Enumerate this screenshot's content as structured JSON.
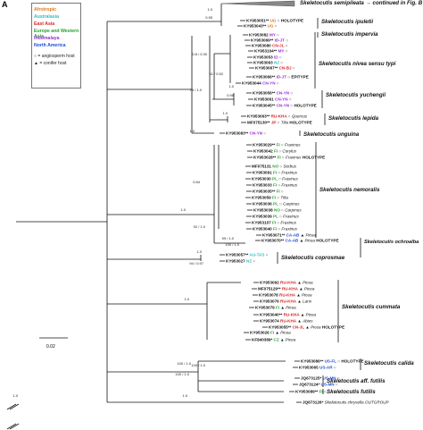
{
  "panel_label": "A",
  "legend": {
    "regions": [
      {
        "label": "Afrotropic",
        "color": "#e07a1f"
      },
      {
        "label": "Australasia",
        "color": "#2fbfbf"
      },
      {
        "label": "East Asia",
        "color": "#d62728"
      },
      {
        "label": "Europe and Western Asia",
        "color": "#2ca02c"
      },
      {
        "label": "Indomalaya",
        "color": "#9b30d9"
      },
      {
        "label": "North America",
        "color": "#1f4fd6"
      }
    ],
    "hosts": [
      {
        "symbol": "○",
        "label": "= angiosperm host"
      },
      {
        "symbol": "▲",
        "label": "= conifer host"
      }
    ]
  },
  "scale_bar": "0.02",
  "tips": [
    {
      "code": "KY953051**",
      "region": "UG",
      "color": "#e07a1f",
      "host": "○",
      "species": "",
      "note": "HOLOTYPE"
    },
    {
      "code": "KY953043**",
      "region": "UG",
      "color": "#e07a1f",
      "host": "○",
      "species": "",
      "note": ""
    },
    {
      "code": "KY953082",
      "region": "MY",
      "color": "#9b30d9",
      "host": "○",
      "species": "",
      "note": ""
    },
    {
      "code": "KY953069**",
      "region": "ID-JT",
      "color": "#9b30d9",
      "host": "○",
      "species": "",
      "note": ""
    },
    {
      "code": "KY953080",
      "region": "CN-JL",
      "color": "#d62728",
      "host": "○",
      "species": "",
      "note": ""
    },
    {
      "code": "KY953104**",
      "region": "MY",
      "color": "#9b30d9",
      "host": "○",
      "species": "",
      "note": ""
    },
    {
      "code": "KY953053",
      "region": "ID",
      "color": "#9b30d9",
      "host": "○",
      "species": "",
      "note": ""
    },
    {
      "code": "KY953063",
      "region": "NZ",
      "color": "#2fbfbf",
      "host": "○",
      "species": "",
      "note": ""
    },
    {
      "code": "KY953067**",
      "region": "CN-BJ",
      "color": "#d62728",
      "host": "○",
      "species": "",
      "note": ""
    },
    {
      "code": "KY953066**",
      "region": "ID-JT",
      "color": "#9b30d9",
      "host": "○",
      "species": "",
      "note": "EPITYPE"
    },
    {
      "code": "KY953044",
      "region": "CN-YN",
      "color": "#9b30d9",
      "host": "○",
      "species": "",
      "note": ""
    },
    {
      "code": "KY953056**",
      "region": "CN-YN",
      "color": "#9b30d9",
      "host": "○",
      "species": "",
      "note": ""
    },
    {
      "code": "KY953061",
      "region": "CN-YN",
      "color": "#9b30d9",
      "host": "○",
      "species": "",
      "note": ""
    },
    {
      "code": "KY953045**",
      "region": "CN-YN",
      "color": "#9b30d9",
      "host": "○",
      "species": "",
      "note": "HOLOTYPE"
    },
    {
      "code": "KY953063**",
      "region": "RU-KHA",
      "color": "#d62728",
      "host": "○",
      "species": "Quercus",
      "note": ""
    },
    {
      "code": "MF075130**",
      "region": "JP",
      "color": "#d62728",
      "host": "○",
      "species": "Tilia",
      "note": "HOLOTYPE"
    },
    {
      "code": "KY953083**",
      "region": "CN-YN",
      "color": "#9b30d9",
      "host": "○",
      "species": "",
      "note": ""
    },
    {
      "code": "KY953029**",
      "region": "FI",
      "color": "#2ca02c",
      "host": "○",
      "species": "Fraxinus",
      "note": ""
    },
    {
      "code": "KY953042",
      "region": "FI",
      "color": "#2ca02c",
      "host": "○",
      "species": "Corylus",
      "note": ""
    },
    {
      "code": "KY953028**",
      "region": "FI",
      "color": "#2ca02c",
      "host": "○",
      "species": "Fraxinus",
      "note": "HOLOTYPE"
    },
    {
      "code": "MF075131",
      "region": "NO",
      "color": "#2ca02c",
      "host": "○",
      "species": "Sorbus",
      "note": ""
    },
    {
      "code": "KY953091",
      "region": "FI",
      "color": "#2ca02c",
      "host": "○",
      "species": "Fraxinus",
      "note": ""
    },
    {
      "code": "KY953030",
      "region": "PL",
      "color": "#2ca02c",
      "host": "○",
      "species": "Fraxinus",
      "note": ""
    },
    {
      "code": "KY953033",
      "region": "FI",
      "color": "#2ca02c",
      "host": "○",
      "species": "Fraxinus",
      "note": ""
    },
    {
      "code": "KY953035**",
      "region": "FI",
      "color": "#2ca02c",
      "host": "○",
      "species": "",
      "note": ""
    },
    {
      "code": "KY953059",
      "region": "FI",
      "color": "#2ca02c",
      "host": "○",
      "species": "Tilia",
      "note": ""
    },
    {
      "code": "KY953036",
      "region": "PL",
      "color": "#2ca02c",
      "host": "○",
      "species": "Carpinus",
      "note": ""
    },
    {
      "code": "KY953038",
      "region": "NO",
      "color": "#2ca02c",
      "host": "○",
      "species": "Carpinus",
      "note": ""
    },
    {
      "code": "KY953039",
      "region": "PL",
      "color": "#2ca02c",
      "host": "○",
      "species": "Fraxinus",
      "note": ""
    },
    {
      "code": "KY953107",
      "region": "FI",
      "color": "#2ca02c",
      "host": "○",
      "species": "Fraxinus",
      "note": ""
    },
    {
      "code": "KY953040",
      "region": "FI",
      "color": "#2ca02c",
      "host": "○",
      "species": "Fraxinus",
      "note": ""
    },
    {
      "code": "KY953071**",
      "region": "CA-AB",
      "color": "#1f4fd6",
      "host": "▲",
      "species": "Picea",
      "note": ""
    },
    {
      "code": "KY953070**",
      "region": "CA-AB",
      "color": "#1f4fd6",
      "host": "▲",
      "species": "Picea",
      "note": "HOLOTYPE"
    },
    {
      "code": "KY953057**",
      "region": "AU-TAS",
      "color": "#2fbfbf",
      "host": "○",
      "species": "",
      "note": ""
    },
    {
      "code": "KY953027",
      "region": "NZ",
      "color": "#2fbfbf",
      "host": "○",
      "species": "",
      "note": ""
    },
    {
      "code": "KY953092",
      "region": "RU-KHA",
      "color": "#d62728",
      "host": "▲",
      "species": "Picea",
      "note": ""
    },
    {
      "code": "MF075129**",
      "region": "RU-KHA",
      "color": "#d62728",
      "host": "▲",
      "species": "Picea",
      "note": ""
    },
    {
      "code": "KY953078",
      "region": "RU-KHA",
      "color": "#d62728",
      "host": "▲",
      "species": "Picea",
      "note": ""
    },
    {
      "code": "KY953076",
      "region": "RU-KHA",
      "color": "#d62728",
      "host": "▲",
      "species": "Larix",
      "note": ""
    },
    {
      "code": "KY953079",
      "region": "FI",
      "color": "#2ca02c",
      "host": "▲",
      "species": "Picea",
      "note": ""
    },
    {
      "code": "KY953040**",
      "region": "RU-KHA",
      "color": "#d62728",
      "host": "▲",
      "species": "Picea",
      "note": ""
    },
    {
      "code": "KY953074",
      "region": "RU-KHA",
      "color": "#d62728",
      "host": "▲",
      "species": "Abies",
      "note": ""
    },
    {
      "code": "KY953055**",
      "region": "CN-JL",
      "color": "#d62728",
      "host": "▲",
      "species": "Picea",
      "note": "HOLOTYPE"
    },
    {
      "code": "KY953026",
      "region": "FI",
      "color": "#2ca02c",
      "host": "▲",
      "species": "Picea",
      "note": ""
    },
    {
      "code": "KF840389*",
      "region": "CZ",
      "color": "#2ca02c",
      "host": "▲",
      "species": "Picea",
      "note": ""
    },
    {
      "code": "KY953086**",
      "region": "US-FL",
      "color": "#1f4fd6",
      "host": "○",
      "species": "",
      "note": "HOLOTYPE"
    },
    {
      "code": "KY953065",
      "region": "US-AR",
      "color": "#1f4fd6",
      "host": "○",
      "species": "",
      "note": ""
    },
    {
      "code": "JQ673125*",
      "region": "US-MN",
      "color": "#1f4fd6",
      "host": "○",
      "species": "",
      "note": ""
    },
    {
      "code": "JQ673124*",
      "region": "US-MN",
      "color": "#1f4fd6",
      "host": "○",
      "species": "",
      "note": ""
    },
    {
      "code": "KY953089**",
      "region": "FI",
      "color": "#2ca02c",
      "host": "○",
      "species": "",
      "note": ""
    },
    {
      "code": "JQ673126*",
      "region": "",
      "color": "#222222",
      "host": "",
      "species": "Skeletocutis chrysella OUTGROUP",
      "note": ""
    }
  ],
  "clades": [
    {
      "label": "Skeletocutis semipileata",
      "suffix": "→ continued in Fig. B"
    },
    {
      "label": "Skeletocutis ipuletii"
    },
    {
      "label": "Skeletocutis impervia"
    },
    {
      "label": "Skeletocutis nivea sensu typi"
    },
    {
      "label": "Skeletocutis yuchengii"
    },
    {
      "label": "Skeletocutis lepida"
    },
    {
      "label": "Skeletocutis unguina"
    },
    {
      "label": "Skeletocutis nemoralis"
    },
    {
      "label": "Skeletocutis ochroalba"
    },
    {
      "label": "Skeletocutis coprosmae"
    },
    {
      "label": "Skeletocutis cummata"
    },
    {
      "label": "Skeletocutis calida"
    },
    {
      "label": "Skeletocutis aff. futilis"
    },
    {
      "label": "Skeletocutis futilis"
    }
  ],
  "supports": [
    "1.0",
    "0.95",
    "0.8 / 0.30",
    "75 / 1.0",
    "61 / 0.52",
    "1.0",
    "1.0",
    "0.98",
    "1.0",
    "1.0",
    "0.84",
    "1.0",
    "92 / 1.0",
    "99 / 1.0",
    "100 / 1.0",
    "94 / 0.97",
    "1.0",
    "100 / 1.0",
    "100 / 1.0",
    "1.0",
    "100 / 1.0",
    "1.0"
  ]
}
